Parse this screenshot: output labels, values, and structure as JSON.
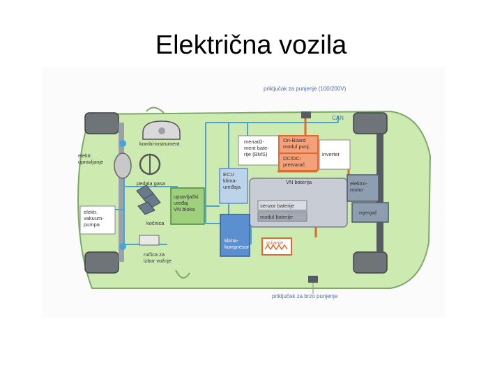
{
  "slide": {
    "title": "Električna vozila"
  },
  "diagram": {
    "labels": {
      "charge_port": "priključak za punjenje (100/200V)",
      "can": "CAN",
      "kombi": "kombi-instrument",
      "steering": [
        "elektr.",
        "upravljanje"
      ],
      "bms": [
        "menadž-",
        "ment bate-",
        "rije (BMS)"
      ],
      "onboard": [
        "On-Board",
        "modul punj."
      ],
      "dcdc": [
        "DC/DC-",
        "pretvarač"
      ],
      "inverter": "inverter",
      "ecu": [
        "ECU",
        "klima-",
        "uređaja"
      ],
      "vn_battery": "VN baterija",
      "motor": [
        "elektro-",
        "motor"
      ],
      "pedal": "pedala gasa",
      "control": [
        "upravljački",
        "uređaj",
        "VN bloka"
      ],
      "sensor": "senzor baterije",
      "module": "modul baterije",
      "gearbox": "mjenjač",
      "vacuum": [
        "elektr.",
        "vakuum-",
        "pumpa"
      ],
      "brake": "kočnica",
      "compressor": [
        "klima-",
        "kompresor"
      ],
      "heater": "grijanje",
      "selector": [
        "ručica za",
        "izbor vožnje"
      ],
      "fast_port": "priključak za brzo punjenje"
    },
    "colors": {
      "body": "#cdeab0",
      "line": "#4aa3d4",
      "orange": "#e0692c",
      "ecu": "#bcd3ea",
      "blue": "#5b8fd0",
      "motor": "#8f9db0",
      "battery": "#c8ccd4",
      "control": "#9fd07c"
    }
  }
}
